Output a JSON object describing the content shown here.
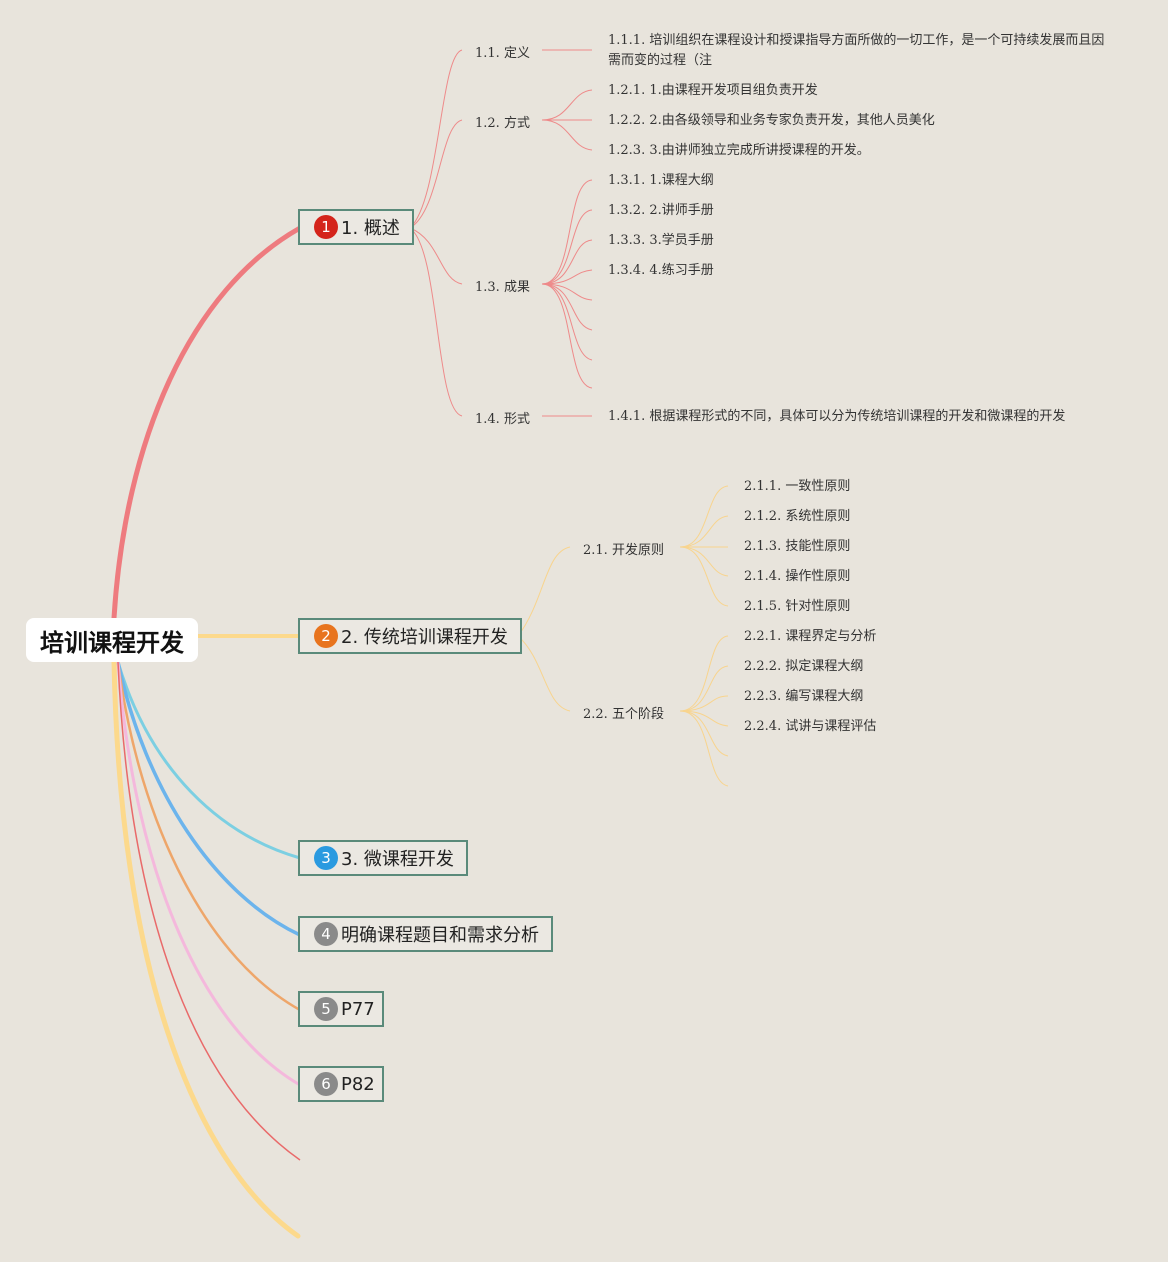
{
  "root": {
    "label": "培训课程开发"
  },
  "colors": {
    "background": "#e8e4dc",
    "branch1": "#ee7b7f",
    "branch2": "#fcd98c",
    "branch3": "#7ccfe2",
    "branch4": "#6cb4ec",
    "branch5": "#eea66a",
    "branch6": "#f4b8dc",
    "badge1": "#d4241b",
    "badge2": "#e8741e",
    "badge3": "#2a9ae0",
    "badgeGray": "#8a8a8a",
    "nodeBorder": "#5a8a7a"
  },
  "topics": {
    "t1": {
      "num": "1",
      "label": "1. 概述"
    },
    "t2": {
      "num": "2",
      "label": "2. 传统培训课程开发"
    },
    "t3": {
      "num": "3",
      "label": "3. 微课程开发"
    },
    "t4": {
      "num": "4",
      "label": "明确课程题目和需求分析"
    },
    "t5": {
      "num": "5",
      "label": "P77"
    },
    "t6": {
      "num": "6",
      "label": "P82"
    }
  },
  "subtopics": {
    "s1_1": "1.1. 定义",
    "s1_2": "1.2. 方式",
    "s1_3": "1.3. 成果",
    "s1_4": "1.4. 形式",
    "s2_1": "2.1. 开发原则",
    "s2_2": "2.2. 五个阶段"
  },
  "leaves": {
    "l1_1_1": "1.1.1. 培训组织在课程设计和授课指导方面所做的一切工作，是一个可持续发展而且因需而变的过程（注",
    "l1_2_1": "1.2.1. 1.由课程开发项目组负责开发",
    "l1_2_2": "1.2.2. 2.由各级领导和业务专家负责开发，其他人员美化",
    "l1_2_3": "1.2.3. 3.由讲师独立完成所讲授课程的开发。",
    "l1_3_1": "1.3.1. 1.课程大纲",
    "l1_3_2": "1.3.2. 2.讲师手册",
    "l1_3_3": "1.3.3. 3.学员手册",
    "l1_3_4": "1.3.4. 4.练习手册",
    "l1_4_1": "1.4.1. 根据课程形式的不同，具体可以分为传统培训课程的开发和微课程的开发",
    "l2_1_1": "2.1.1. 一致性原则",
    "l2_1_2": "2.1.2. 系统性原则",
    "l2_1_3": "2.1.3. 技能性原则",
    "l2_1_4": "2.1.4. 操作性原则",
    "l2_1_5": "2.1.5. 针对性原则",
    "l2_2_1": "2.2.1. 课程界定与分析",
    "l2_2_2": "2.2.2. 拟定课程大纲",
    "l2_2_3": "2.2.3. 编写课程大纲",
    "l2_2_4": "2.2.4. 试讲与课程评估"
  }
}
